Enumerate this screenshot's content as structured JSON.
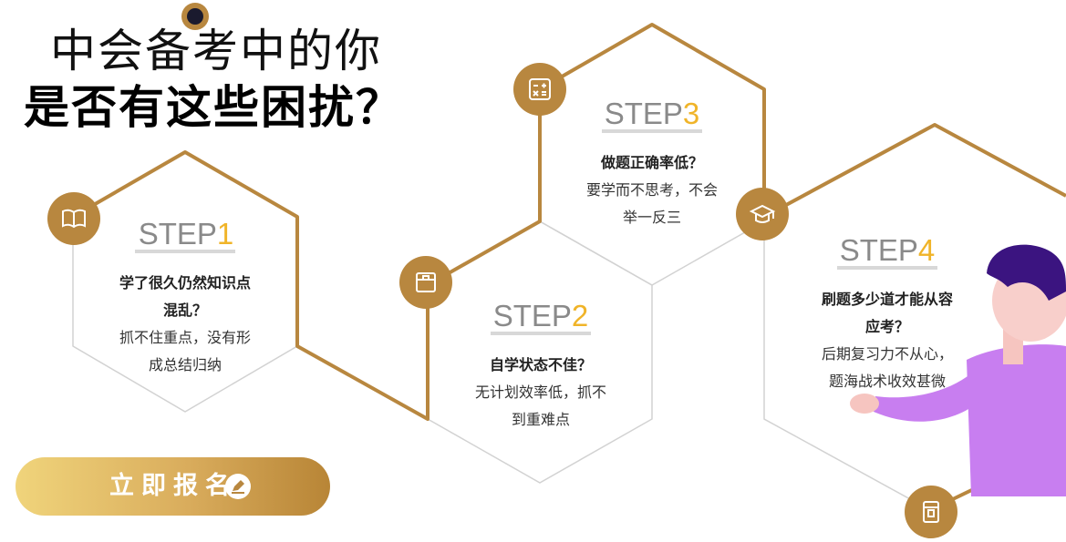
{
  "header": {
    "line1": "中会备考中的你",
    "line2": "是否有这些困扰？"
  },
  "steps": [
    {
      "prefix": "STEP",
      "num": "1",
      "question_lines": [
        "学了很久仍然知识点",
        "混乱？"
      ],
      "desc_lines": [
        "抓不住重点，没有形",
        "成总结归纳"
      ],
      "icon": "book-icon"
    },
    {
      "prefix": "STEP",
      "num": "2",
      "question_lines": [
        "自学状态不佳？"
      ],
      "desc_lines": [
        "无计划效率低，抓不",
        "到重难点"
      ],
      "icon": "box-icon"
    },
    {
      "prefix": "STEP",
      "num": "3",
      "question_lines": [
        "做题正确率低？"
      ],
      "desc_lines": [
        "要学而不思考，不会",
        "举一反三"
      ],
      "icon": "calculator-icon"
    },
    {
      "prefix": "STEP",
      "num": "4",
      "question_lines": [
        "刷题多少道才能从容",
        "应考？"
      ],
      "desc_lines": [
        "后期复习力不从心，",
        "题海战术收效甚微"
      ],
      "icon": "graduation-cap-icon"
    }
  ],
  "cta": {
    "label": "立即报名",
    "icon": "pencil-icon"
  },
  "colors": {
    "accent": "#b8873f",
    "step_number": "#f0b429",
    "step_prefix": "#8a8a8a"
  }
}
